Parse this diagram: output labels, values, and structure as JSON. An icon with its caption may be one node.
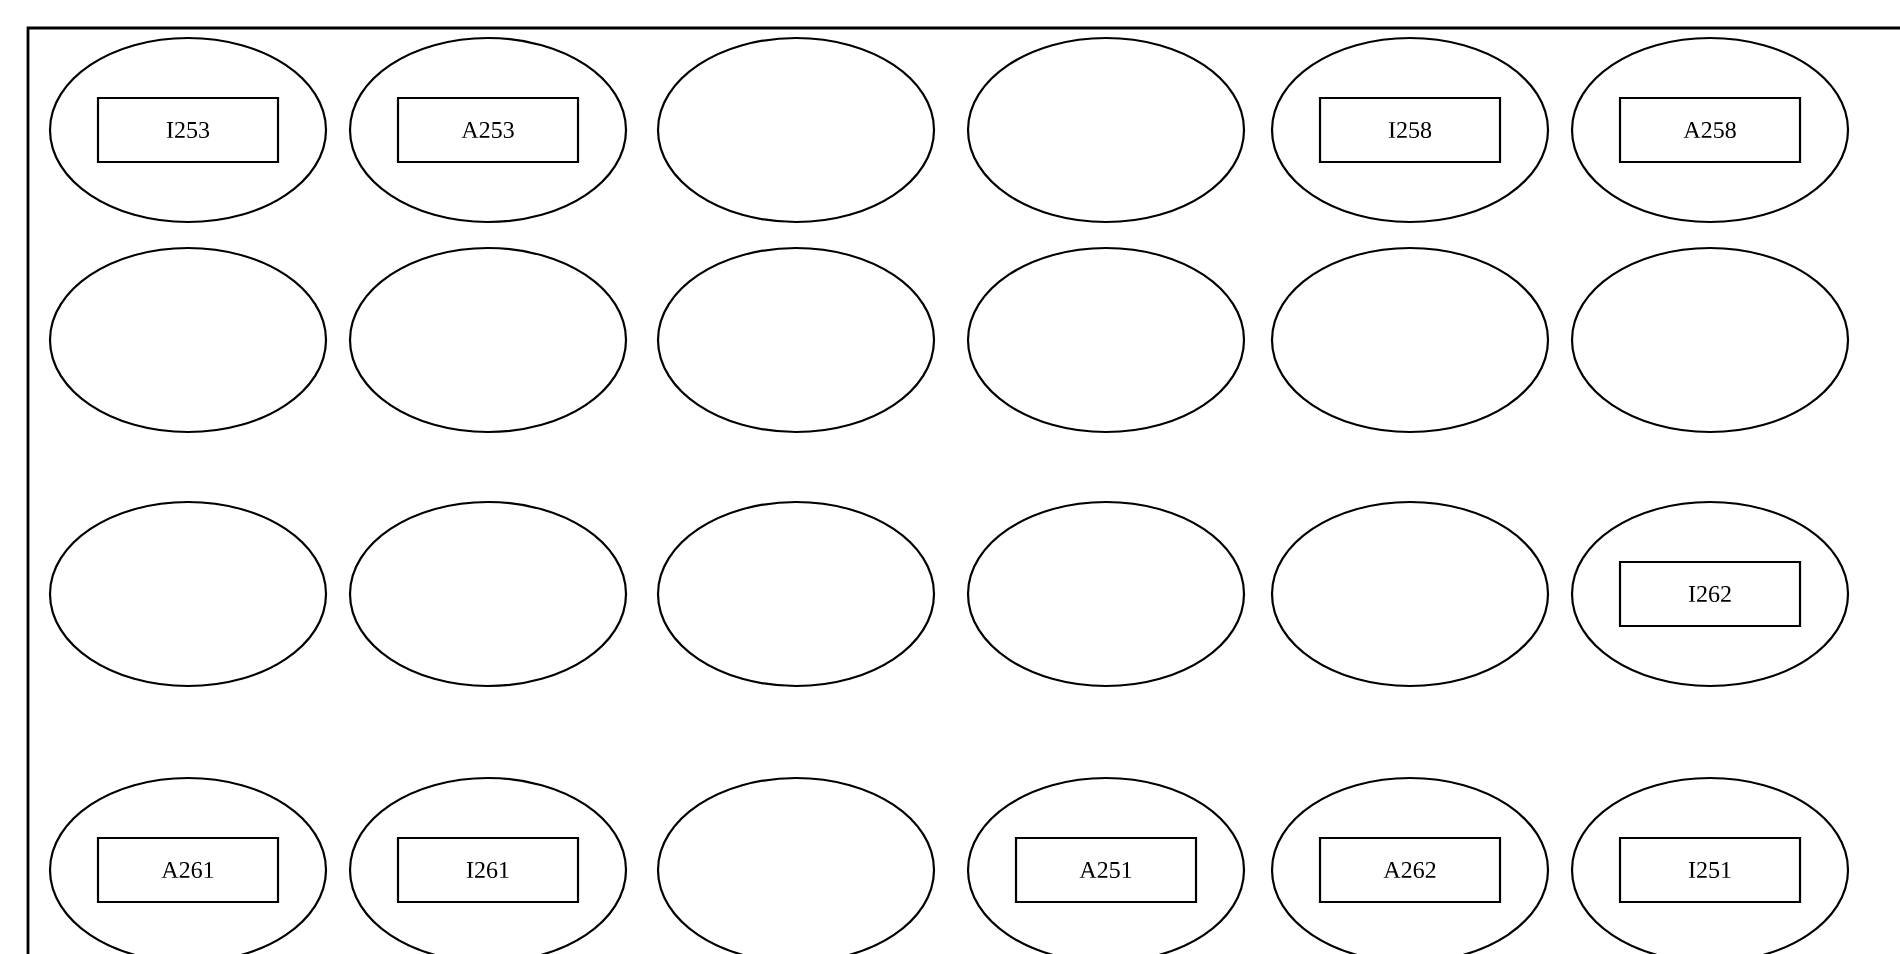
{
  "diagram": {
    "nodes": [
      {
        "text": [],
        "shape": "ellipse"
      },
      {
        "text": [
          "I253"
        ],
        "in": 0
      },
      {
        "text": [],
        "shape": "ellipse"
      },
      {
        "text": [
          "A253"
        ],
        "in": 2
      },
      {
        "text": [],
        "shape": "ellipse"
      },
      {
        "text": [],
        "shape": "ellipse"
      },
      {
        "text": [],
        "shape": "ellipse"
      },
      {
        "text": [
          "I258"
        ],
        "in": 6
      },
      {
        "text": [],
        "shape": "ellipse"
      },
      {
        "text": [
          "A258"
        ],
        "in": 8
      },
      {
        "text": [],
        "shape": "ellipse"
      },
      {
        "text": [],
        "shape": "ellipse"
      },
      {
        "text": [],
        "shape": "ellipse"
      },
      {
        "text": [],
        "shape": "ellipse"
      },
      {
        "text": [],
        "shape": "ellipse"
      },
      {
        "text": [],
        "shape": "ellipse"
      },
      {
        "text": [],
        "shape": "ellipse"
      },
      {
        "text": [],
        "shape": "ellipse"
      },
      {
        "text": [],
        "shape": "ellipse"
      },
      {
        "text": [],
        "shape": "ellipse"
      },
      {
        "text": [],
        "shape": "ellipse"
      },
      {
        "text": [],
        "shape": "ellipse"
      },
      {
        "text": [
          "I262"
        ],
        "in": 21
      },
      {
        "text": [],
        "shape": "ellipse"
      },
      {
        "text": [
          "A261"
        ],
        "in": 23
      },
      {
        "text": [],
        "shape": "ellipse"
      },
      {
        "text": [
          "I261"
        ],
        "in": 25
      },
      {
        "text": [],
        "shape": "ellipse"
      },
      {
        "text": [],
        "shape": "ellipse"
      },
      {
        "text": [
          "A251"
        ],
        "in": 28
      },
      {
        "text": [],
        "shape": "ellipse"
      },
      {
        "text": [
          "A262"
        ],
        "in": 30
      },
      {
        "text": [],
        "shape": "ellipse"
      },
      {
        "text": [
          "I251"
        ],
        "in": 32
      }
    ]
  }
}
